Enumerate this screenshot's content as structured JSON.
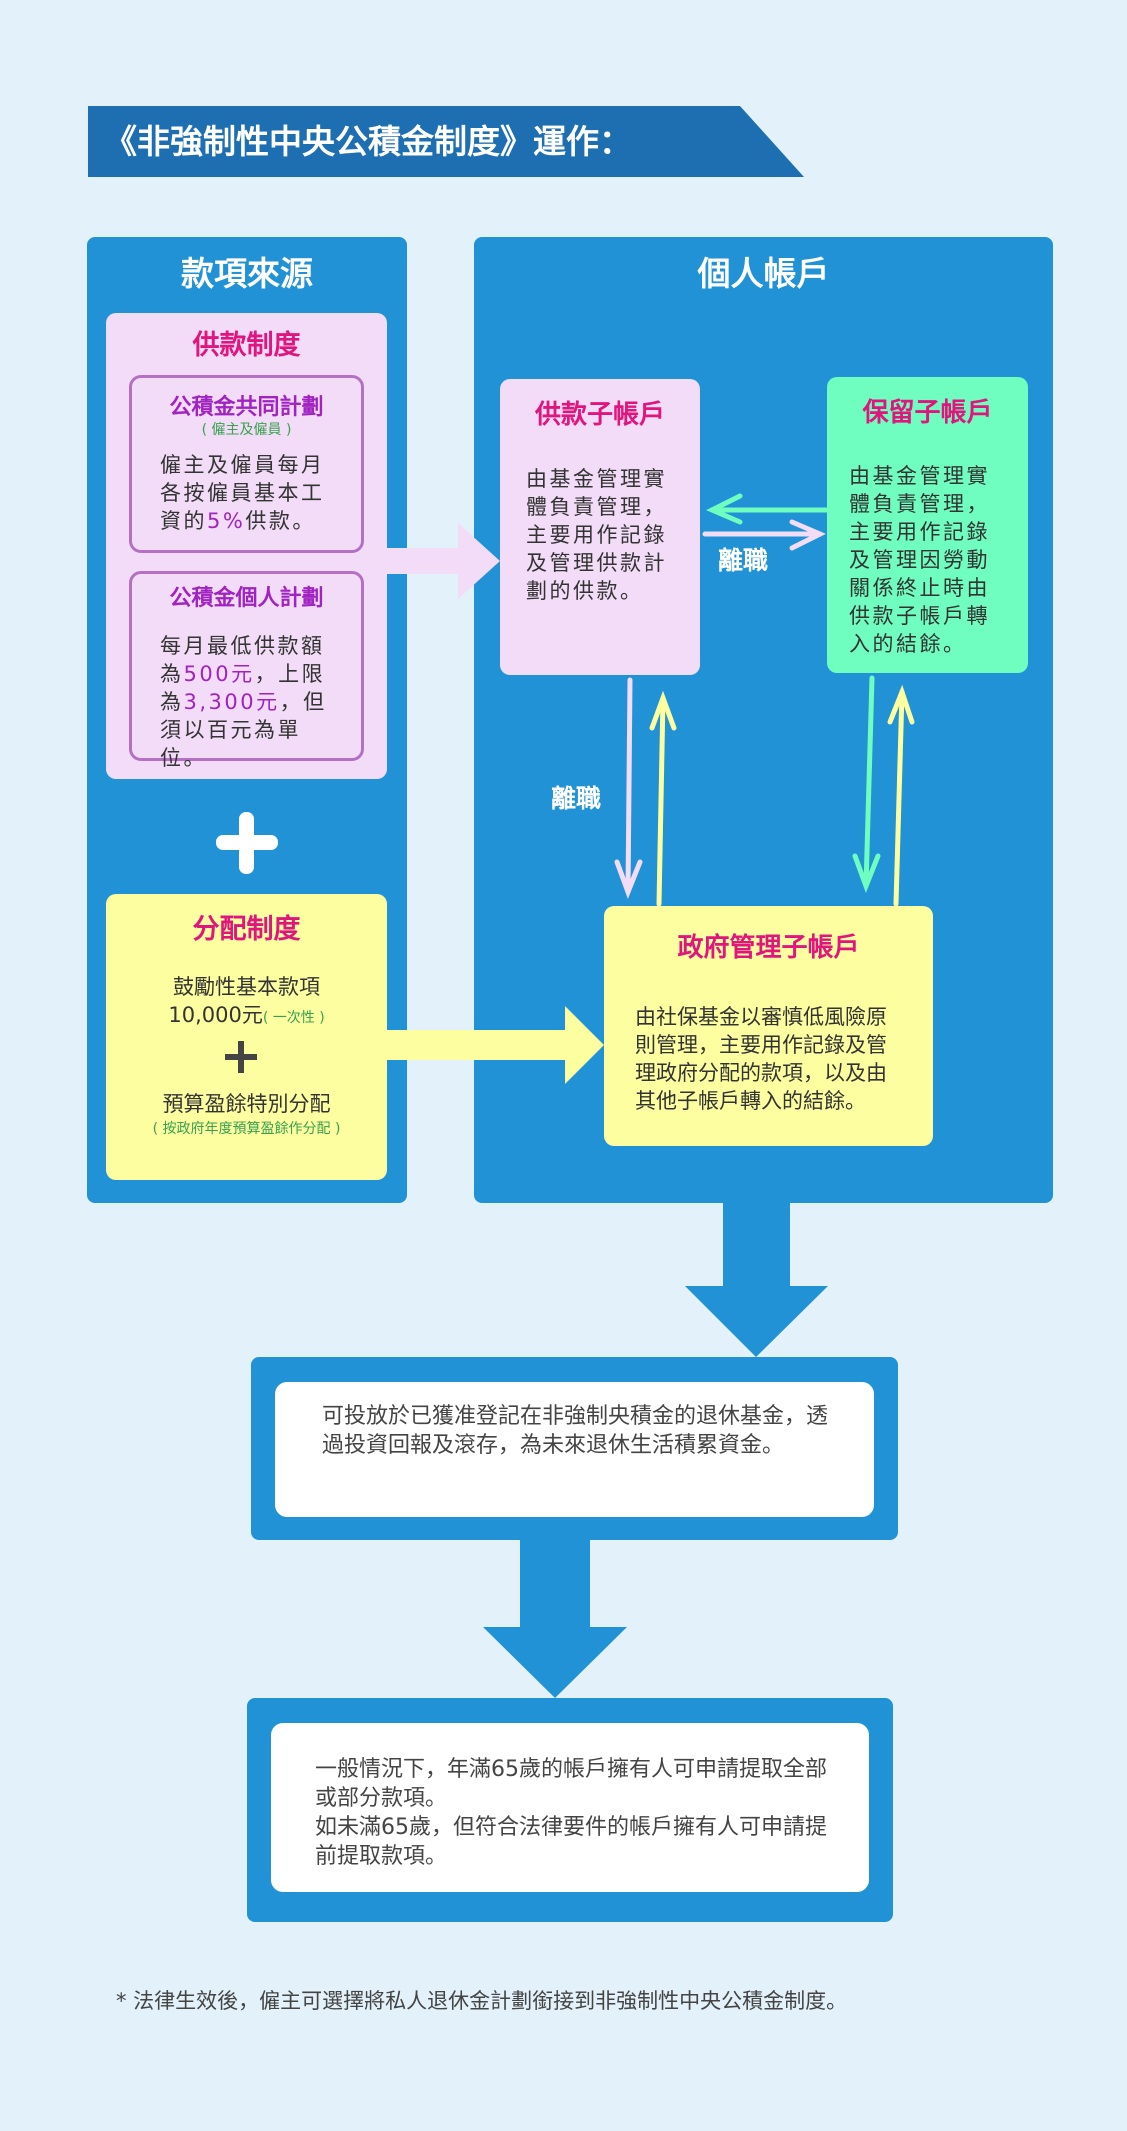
{
  "title": "《非強制性中央公積金制度》運作：",
  "sources": {
    "title": "款項來源",
    "contribution": {
      "heading": "供款制度",
      "joint_plan": {
        "heading": "公積金共同計劃",
        "note": "( 僱主及僱員 )",
        "text_a": "僱主及僱員每月各按僱員基本工資的",
        "text_highlight": "5%",
        "text_b": "供款。"
      },
      "personal_plan": {
        "heading": "公積金個人計劃",
        "text_a": "每月最低供款額為",
        "min": "500元",
        "text_b": "，上限為",
        "max": "3,300元",
        "text_c": "，但須以百元為單位。"
      }
    },
    "plus_symbol": "+",
    "allocation": {
      "heading": "分配制度",
      "item1": "鼓勵性基本款項",
      "item1_amount": "10,000元",
      "item1_note": "( 一次性 )",
      "plus_symbol": "+",
      "item2": "預算盈餘特別分配",
      "item2_note": "( 按政府年度預算盈餘作分配 )"
    }
  },
  "accounts": {
    "title": "個人帳戶",
    "contribution_sub": {
      "heading": "供款子帳戶",
      "text": "由基金管理實體負責管理，主要用作記錄及管理供款計劃的供款。"
    },
    "preservation_sub": {
      "heading": "保留子帳戶",
      "text": "由基金管理實體負責管理，主要用作記錄及管理因勞動關係終止時由供款子帳戶轉入的結餘。"
    },
    "government_sub": {
      "heading": "政府管理子帳戶",
      "text": "由社保基金以審慎低風險原則管理，主要用作記錄及管理政府分配的款項，以及由其他子帳戶轉入的結餘。"
    },
    "leave_label_horizontal": "離職",
    "leave_label_vertical": "離職"
  },
  "investment_text": "可投放於已獲准登記在非強制央積金的退休基金，透過投資回報及滾存，為未來退休生活積累資金。",
  "withdrawal_text_1": "一般情況下，年滿65歲的帳戶擁有人可申請提取全部或部分款項。",
  "withdrawal_text_2": "如未滿65歲，但符合法律要件的帳戶擁有人可申請提前提取款項。",
  "footnote": "* 法律生效後，僱主可選擇將私人退休金計劃銜接到非強制性中央公積金制度。",
  "colors": {
    "background": "#e3f1fa",
    "panel_blue": "#2192d6",
    "banner_blue": "#1d6fb2",
    "pink": "#f2dcf7",
    "yellow": "#fdfea0",
    "green": "#6ffebf",
    "magenta_heading": "#e0157d",
    "purple_text": "#a023c2"
  }
}
